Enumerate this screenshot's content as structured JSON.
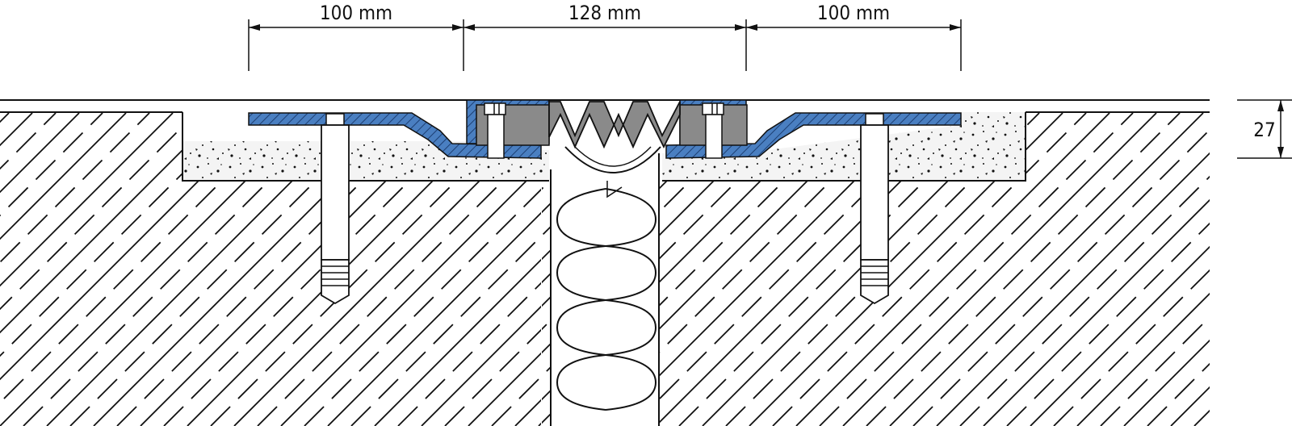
{
  "dimensions": {
    "left_flange": "100 mm",
    "center_gap": "128 mm",
    "right_flange": "100 mm",
    "depth": "27"
  },
  "colors": {
    "line": "#111111",
    "flange_blue": "#4a7fc1",
    "rubber_gray": "#8a8a8a",
    "mortar_fill": "#f2f2f2",
    "background": "#ffffff"
  }
}
